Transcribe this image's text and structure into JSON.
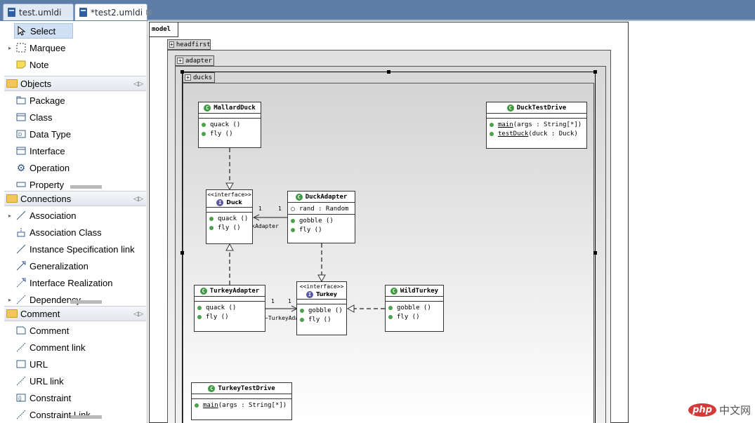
{
  "tabs": [
    {
      "label": "test.umldi",
      "active": false
    },
    {
      "label": "*test2.umldi",
      "active": true,
      "close": "⊠"
    }
  ],
  "palette": {
    "tools": [
      {
        "label": "Select",
        "icon": "arrow-pointer-icon"
      },
      {
        "label": "Marquee",
        "icon": "marquee-icon"
      },
      {
        "label": "Note",
        "icon": "note-icon"
      }
    ],
    "drawers": [
      {
        "label": "Objects",
        "items": [
          "Package",
          "Class",
          "Data Type",
          "Interface",
          "Operation",
          "Property"
        ]
      },
      {
        "label": "Connections",
        "items": [
          "Association",
          "Association Class",
          "Instance Specification link",
          "Generalization",
          "Interface Realization",
          "Dependency"
        ]
      },
      {
        "label": "Comment",
        "items": [
          "Comment",
          "Comment link",
          "URL",
          "URL link",
          "Constraint",
          "Constraint Link"
        ]
      }
    ]
  },
  "diagram": {
    "model_label": "model",
    "packages": [
      "headfirst",
      "adapter",
      "ducks"
    ],
    "classes": {
      "mallard": {
        "name": "MallardDuck",
        "ops": [
          "quack ()",
          "fly ()"
        ]
      },
      "ducktest": {
        "name": "DuckTestDrive",
        "ops": [
          {
            "name": "main",
            "rest": " (args : String[*])"
          },
          {
            "name": "testDuck",
            "rest": " (duck : Duck)"
          }
        ]
      },
      "duck": {
        "stereo": "<<interface>>",
        "name": "Duck",
        "ops": [
          "quack ()",
          "fly ()"
        ]
      },
      "duckadapter": {
        "name": "DuckAdapter",
        "attr": "rand : Random",
        "ops": [
          "gobble ()",
          "fly ()"
        ]
      },
      "turkeyadapter": {
        "name": "TurkeyAdapter",
        "ops": [
          "quack ()",
          "fly ()"
        ]
      },
      "turkey": {
        "stereo": "<<interface>>",
        "name": "Turkey",
        "ops": [
          "gobble ()",
          "fly ()"
        ]
      },
      "wildturkey": {
        "name": "WildTurkey",
        "ops": [
          "gobble ()",
          "fly ()"
        ]
      },
      "turkeytest": {
        "name": "TurkeyTestDrive",
        "ops": [
          {
            "name": "main",
            "rest": " (args : String[*])"
          }
        ]
      }
    },
    "labels": {
      "da_mult1": "1",
      "da_mult2": "1",
      "da_role": "~DuckAdapter",
      "ta_mult1": "1",
      "ta_mult2": "1",
      "ta_role": "~TurkeyAdapter"
    }
  },
  "watermark": {
    "logo": "php",
    "text": "中文网"
  }
}
